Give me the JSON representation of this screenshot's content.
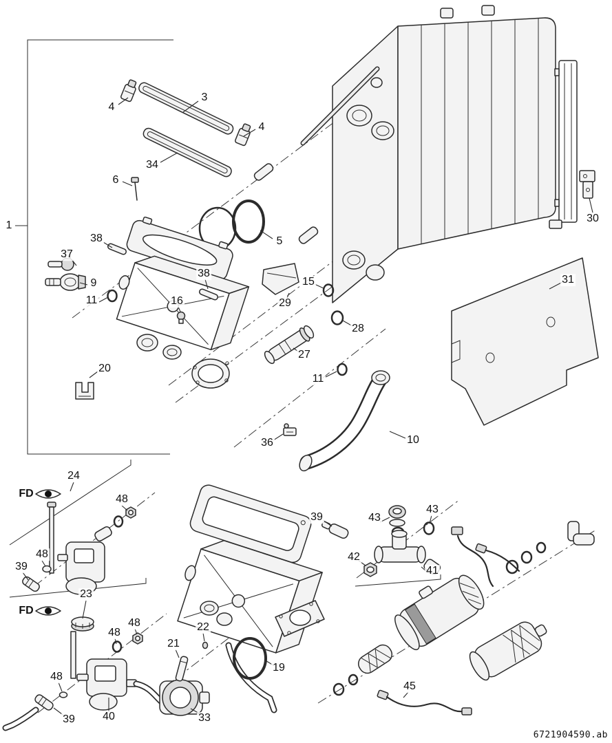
{
  "meta": {
    "doc_id": "6721904590.ab"
  },
  "flags": {
    "fd_top": "FD",
    "fd_bottom": "FD"
  },
  "callouts": [
    {
      "label": "1"
    },
    {
      "label": "3"
    },
    {
      "label": "4"
    },
    {
      "label": "4"
    },
    {
      "label": "34"
    },
    {
      "label": "6"
    },
    {
      "label": "5"
    },
    {
      "label": "30"
    },
    {
      "label": "37"
    },
    {
      "label": "38"
    },
    {
      "label": "38"
    },
    {
      "label": "9"
    },
    {
      "label": "11"
    },
    {
      "label": "16"
    },
    {
      "label": "15"
    },
    {
      "label": "29"
    },
    {
      "label": "28"
    },
    {
      "label": "31"
    },
    {
      "label": "27"
    },
    {
      "label": "11"
    },
    {
      "label": "20"
    },
    {
      "label": "36"
    },
    {
      "label": "10"
    },
    {
      "label": "24"
    },
    {
      "label": "48"
    },
    {
      "label": "48"
    },
    {
      "label": "39"
    },
    {
      "label": "23"
    },
    {
      "label": "48"
    },
    {
      "label": "48"
    },
    {
      "label": "39"
    },
    {
      "label": "43"
    },
    {
      "label": "43"
    },
    {
      "label": "42"
    },
    {
      "label": "41"
    },
    {
      "label": "22"
    },
    {
      "label": "21"
    },
    {
      "label": "19"
    },
    {
      "label": "48"
    },
    {
      "label": "39"
    },
    {
      "label": "40"
    },
    {
      "label": "33"
    },
    {
      "label": "45"
    }
  ]
}
